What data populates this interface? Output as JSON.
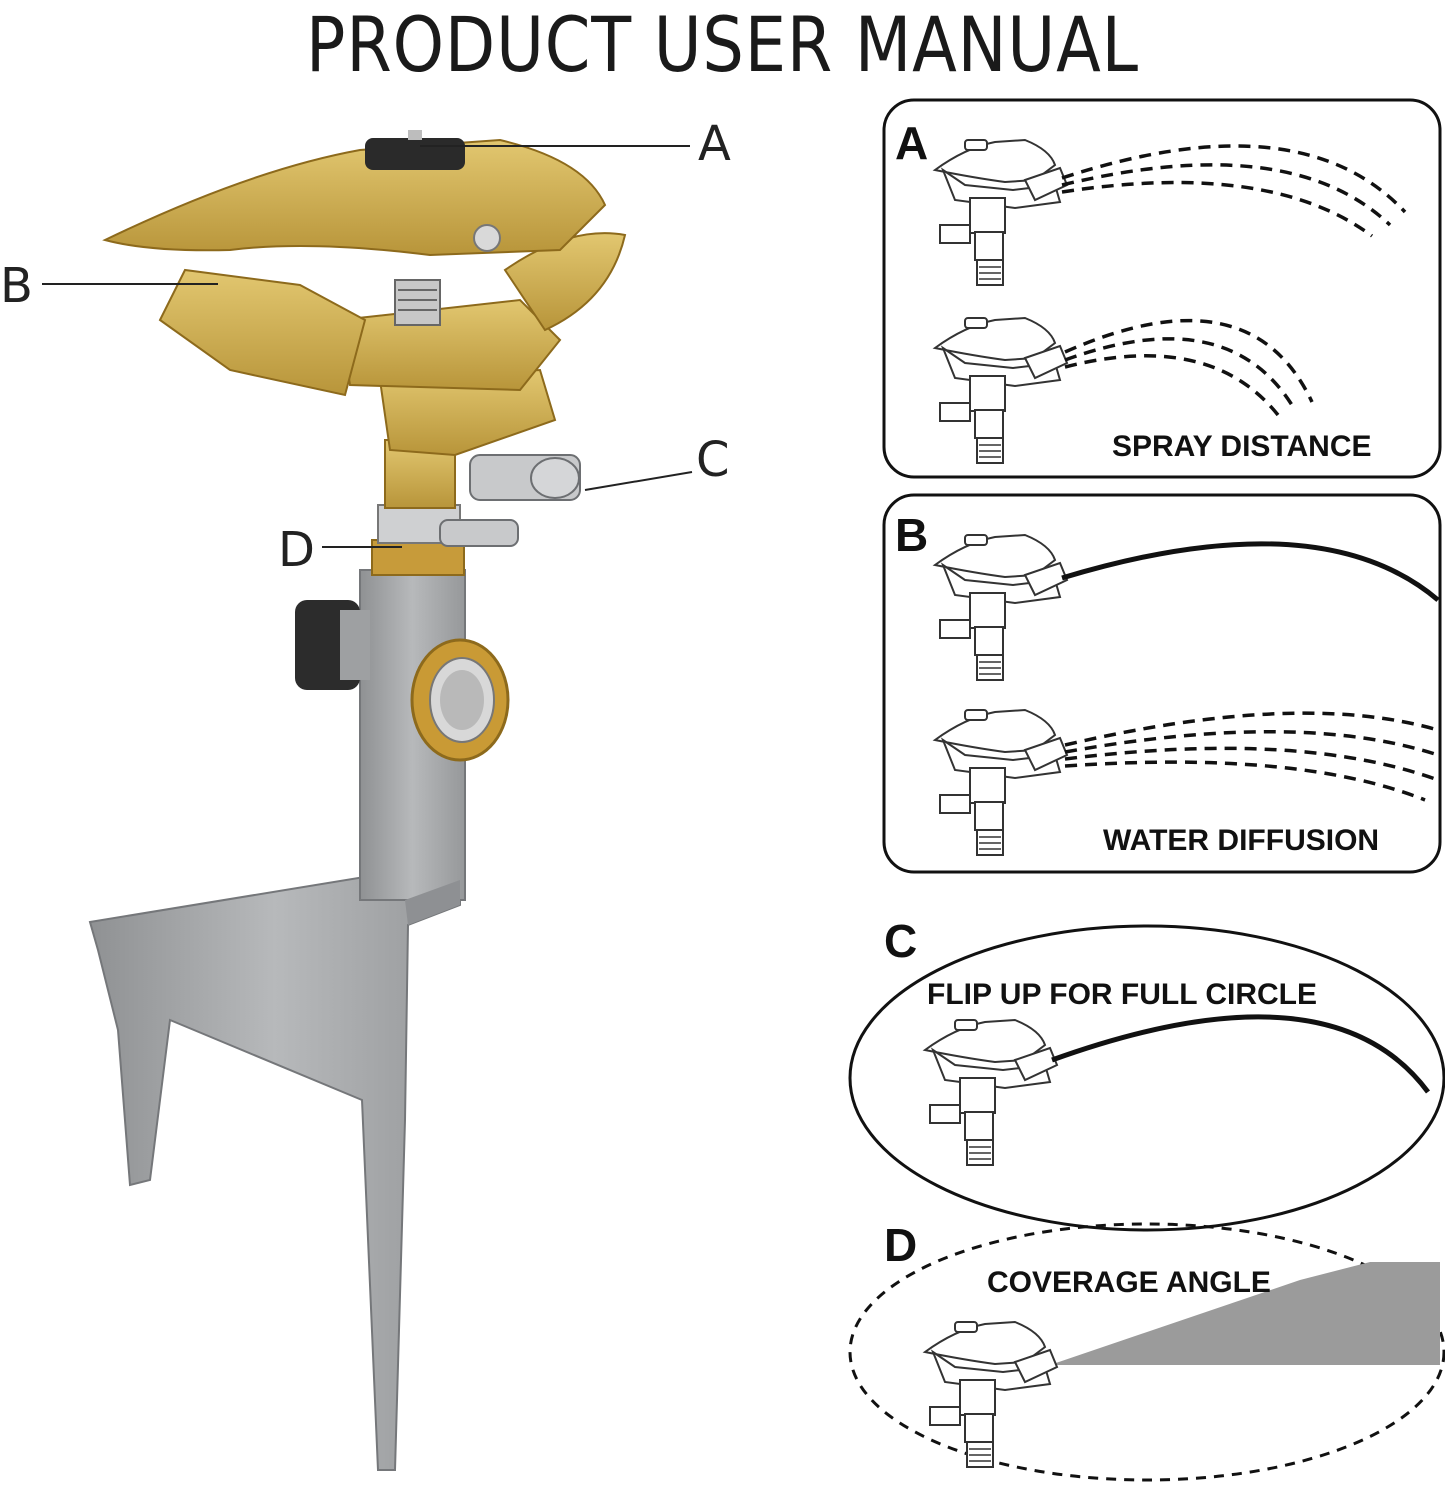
{
  "title": "PRODUCT USER MANUAL",
  "callouts": {
    "a": "A",
    "b": "B",
    "c": "C",
    "d": "D"
  },
  "panels": {
    "a": {
      "label": "A",
      "caption": "SPRAY DISTANCE"
    },
    "b": {
      "label": "B",
      "caption": "WATER DIFFUSION"
    },
    "c": {
      "label": "C",
      "caption": "FLIP UP FOR FULL CIRCLE"
    },
    "d": {
      "label": "D",
      "caption": "COVERAGE ANGLE"
    }
  },
  "colors": {
    "brass": "#c9a84a",
    "brass_dark": "#9c7f2c",
    "stake": "#a9abad",
    "stake_dark": "#7f8183",
    "cap": "#2a2a2a"
  }
}
